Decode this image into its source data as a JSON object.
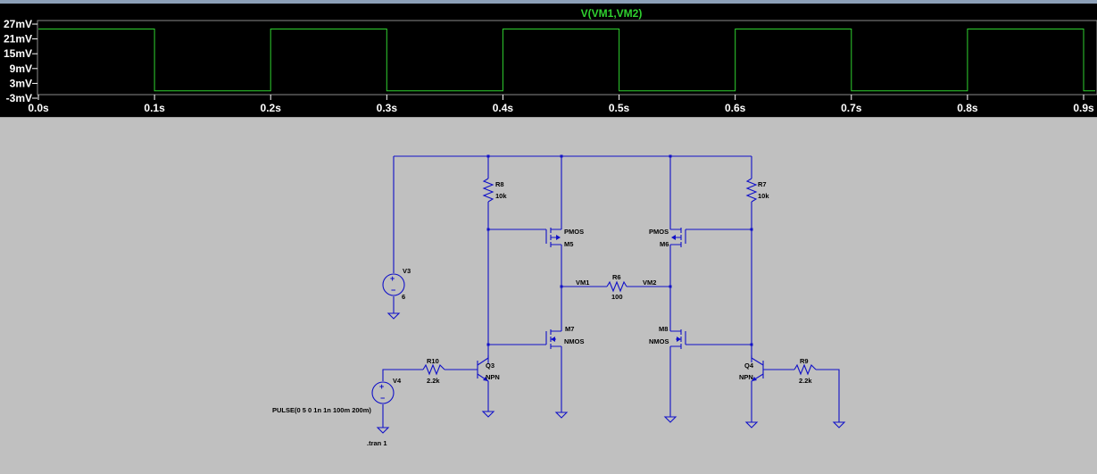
{
  "waveform": {
    "trace_name": "V(VM1,VM2)",
    "trace_color": "#2fd12f",
    "background": "#000000"
  },
  "chart_data": {
    "type": "line",
    "title": "V(VM1,VM2)",
    "xlabel": "",
    "ylabel": "",
    "xlim": [
      0,
      0.91
    ],
    "ylim": [
      -3,
      27
    ],
    "x_ticks": [
      "0.0s",
      "0.1s",
      "0.2s",
      "0.3s",
      "0.4s",
      "0.5s",
      "0.6s",
      "0.7s",
      "0.8s",
      "0.9s"
    ],
    "y_ticks": [
      "27mV",
      "21mV",
      "15mV",
      "9mV",
      "3mV",
      "-3mV"
    ],
    "series": [
      {
        "color": "#2fd12f",
        "x": [
          0,
          0.1,
          0.1,
          0.2,
          0.2,
          0.3,
          0.3,
          0.4,
          0.4,
          0.5,
          0.5,
          0.6,
          0.6,
          0.7,
          0.7,
          0.8,
          0.8,
          0.9,
          0.9,
          0.91
        ],
        "y": [
          25,
          25,
          0,
          0,
          25,
          25,
          0,
          0,
          25,
          25,
          0,
          0,
          25,
          25,
          0,
          0,
          25,
          25,
          0,
          0
        ]
      }
    ]
  },
  "schematic": {
    "resistors": {
      "R8": {
        "name": "R8",
        "value": "10k"
      },
      "R7": {
        "name": "R7",
        "value": "10k"
      },
      "R6": {
        "name": "R6",
        "value": "100"
      },
      "R10": {
        "name": "R10",
        "value": "2.2k"
      },
      "R9": {
        "name": "R9",
        "value": "2.2k"
      }
    },
    "mosfets": {
      "M5": {
        "name": "M5",
        "type": "PMOS"
      },
      "M6": {
        "name": "M6",
        "type": "PMOS"
      },
      "M7": {
        "name": "M7",
        "type": "NMOS"
      },
      "M8": {
        "name": "M8",
        "type": "NMOS"
      }
    },
    "bjts": {
      "Q3": {
        "name": "Q3",
        "type": "NPN"
      },
      "Q4": {
        "name": "Q4",
        "type": "NPN"
      }
    },
    "sources": {
      "V3": {
        "name": "V3",
        "value": "6"
      },
      "V4": {
        "name": "V4",
        "value": "PULSE(0 5 0 1n 1n 100m 200m)"
      }
    },
    "net_labels": {
      "vm1": "VM1",
      "vm2": "VM2"
    },
    "directive": ".tran 1"
  }
}
